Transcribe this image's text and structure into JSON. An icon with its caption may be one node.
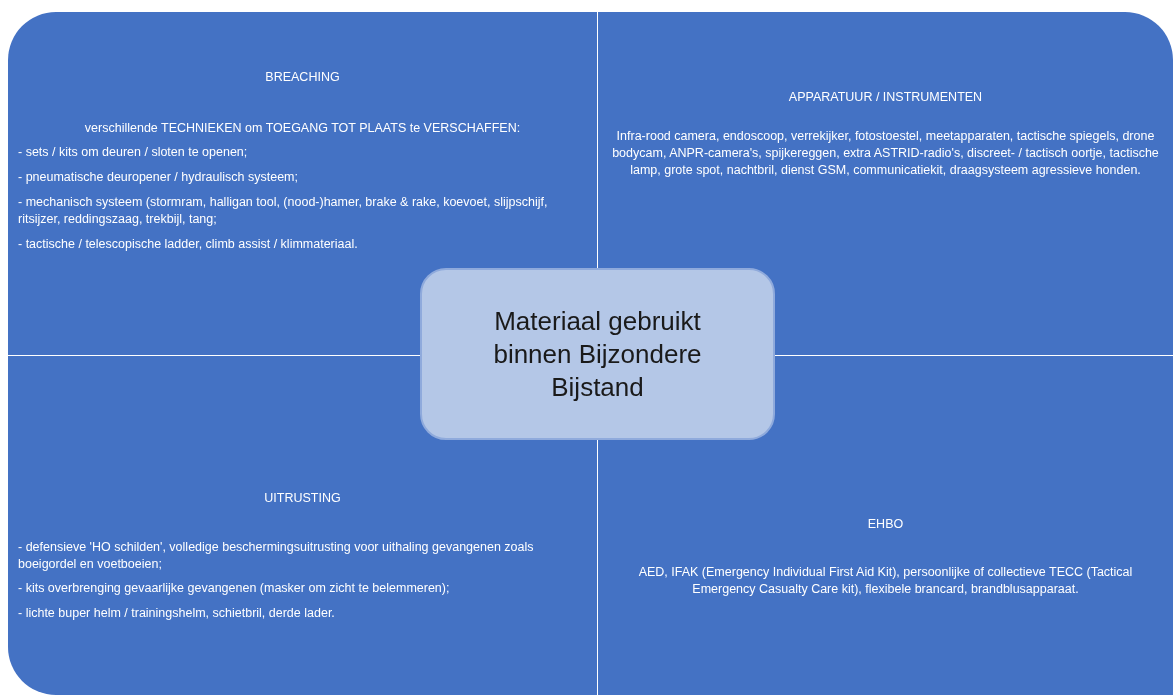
{
  "diagram": {
    "nodes": [
      {
        "text": [
          "BREACHING",
          "verschillende TECHNIEKEN om TOEGANG TOT PLAATS te VERSCHAFFEN:",
          "- sets / kits om deuren / sloten te openen;",
          "- pneumatische deuropener / hydraulisch systeem;",
          "- mechanisch systeem (stormram, halligan tool, (nood-)hamer, brake & rake, koevoet, slijpschijf, ritsijzer, reddingszaag, trekbijl, tang;",
          "- tactische / telescopische ladder, climb assist / klimmateriaal."
        ]
      },
      {
        "text": [
          "APPARATUUR / INSTRUMENTEN",
          "Infra-rood camera, endoscoop, verrekijker, fotostoestel, meetapparaten, tactische spiegels, drone bodycam, ANPR-camera's, spijkereggen, extra ASTRID-radio's, discreet- / tactisch oortje, tactische lamp, grote spot, nachtbril, dienst GSM, communicatiekit, draagsysteem agressieve honden."
        ]
      },
      {
        "text": [
          "Materiaal gebruikt binnen Bijzondere Bijstand"
        ]
      },
      {
        "text": [
          "UITRUSTING",
          "- defensieve 'HO schilden', volledige beschermingsuitrusting voor uithaling gevangenen zoals boeigordel en voetboeien;",
          "- kits overbrenging gevaarlijke gevangenen (masker om zicht te belemmeren);",
          "- lichte buper helm / trainingshelm, schietbril, derde lader."
        ]
      },
      {
        "text": [
          "EHBO",
          "AED, IFAK (Emergency Individual First Aid Kit), persoonlijke of collectieve TECC (Tactical Emergency Casualty Care kit), flexibele brancard, brandblusapparaat."
        ]
      }
    ]
  }
}
